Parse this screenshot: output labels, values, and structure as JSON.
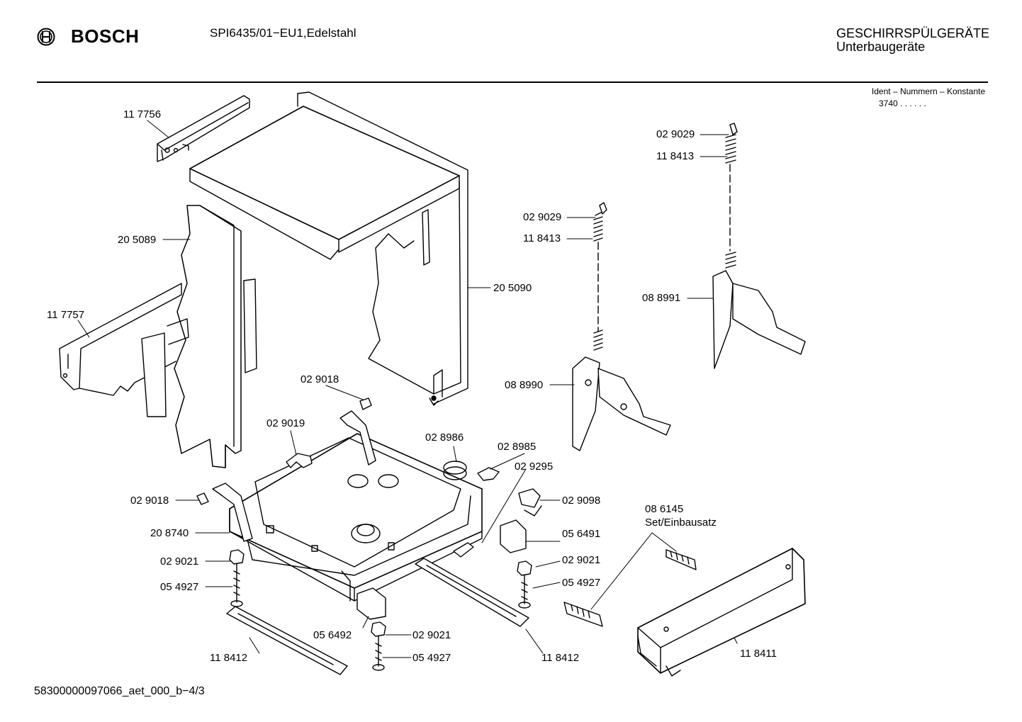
{
  "header": {
    "brand_logo_icon": "bosch-armature-logo-icon",
    "brand": "BOSCH",
    "model": "SPI6435/01−EU1,Edelstahl",
    "category": "GESCHIRRSPÜLGERÄTE",
    "subcategory": "Unterbaugeräte",
    "ident_heading": "Ident – Nummern – Konstante",
    "ident_value": "3740  .  .    .  .  .  ."
  },
  "parts": [
    {
      "number": "11 7756"
    },
    {
      "number": "20 5089"
    },
    {
      "number": "11 7757"
    },
    {
      "number": "20 5090"
    },
    {
      "number": "02 9029"
    },
    {
      "number": "11 8413"
    },
    {
      "number": "02 9029"
    },
    {
      "number": "11 8413"
    },
    {
      "number": "08 8991"
    },
    {
      "number": "08 8990"
    },
    {
      "number": "02 9018"
    },
    {
      "number": "02 9019"
    },
    {
      "number": "02 8986"
    },
    {
      "number": "02 8985"
    },
    {
      "number": "02 9295"
    },
    {
      "number": "02 9018"
    },
    {
      "number": "02 9098"
    },
    {
      "number": "20 8740"
    },
    {
      "number": "05 6491"
    },
    {
      "number": "02 9021"
    },
    {
      "number": "02 9021"
    },
    {
      "number": "05 4927"
    },
    {
      "number": "05 4927"
    },
    {
      "number": "08 6145"
    },
    {
      "number": "Set/Einbausatz"
    },
    {
      "number": "05 6492"
    },
    {
      "number": "02 9021"
    },
    {
      "number": "05 4927"
    },
    {
      "number": "11 8412"
    },
    {
      "number": "11 8412"
    },
    {
      "number": "11 8411"
    }
  ],
  "footer": {
    "doc_id": "58300000097066_aet_000_b−4/3"
  }
}
